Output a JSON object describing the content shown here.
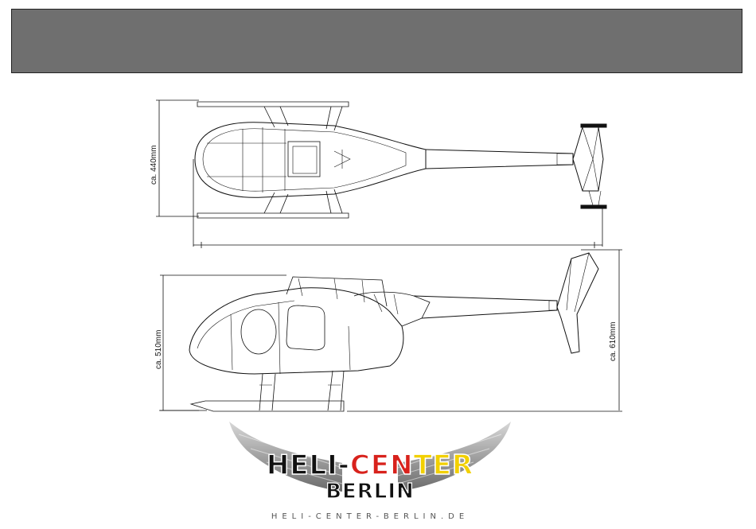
{
  "header": {
    "color": "#6f6f6f"
  },
  "dimensions": {
    "width": "ca. 440mm",
    "height_main": "ca. 510mm",
    "height_total": "ca. 610mm"
  },
  "logo": {
    "line1_part1": "HELI-",
    "line1_part2": "CENTER",
    "line2": "BERLIN",
    "url": "HELI-CENTER-BERLIN.DE",
    "colors": {
      "black": "#111111",
      "red": "#d8221c",
      "yellow": "#f2d000",
      "wing": "#9a9a9a"
    },
    "wing_icon": "wings-emblem"
  }
}
